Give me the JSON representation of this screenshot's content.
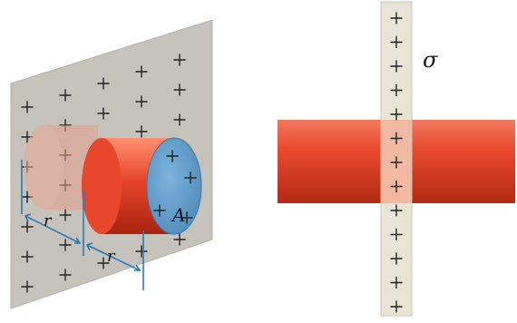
{
  "labels": {
    "area": "A",
    "radius_left": "r",
    "radius_right": "r",
    "density": "σ"
  },
  "colors": {
    "plate": "#c5c2bb",
    "cylinder": "#e2462b",
    "cap": "#5f9cc8",
    "strip": "#e8e5d6",
    "dimension": "#2e79b5"
  },
  "charge_symbol": "+"
}
